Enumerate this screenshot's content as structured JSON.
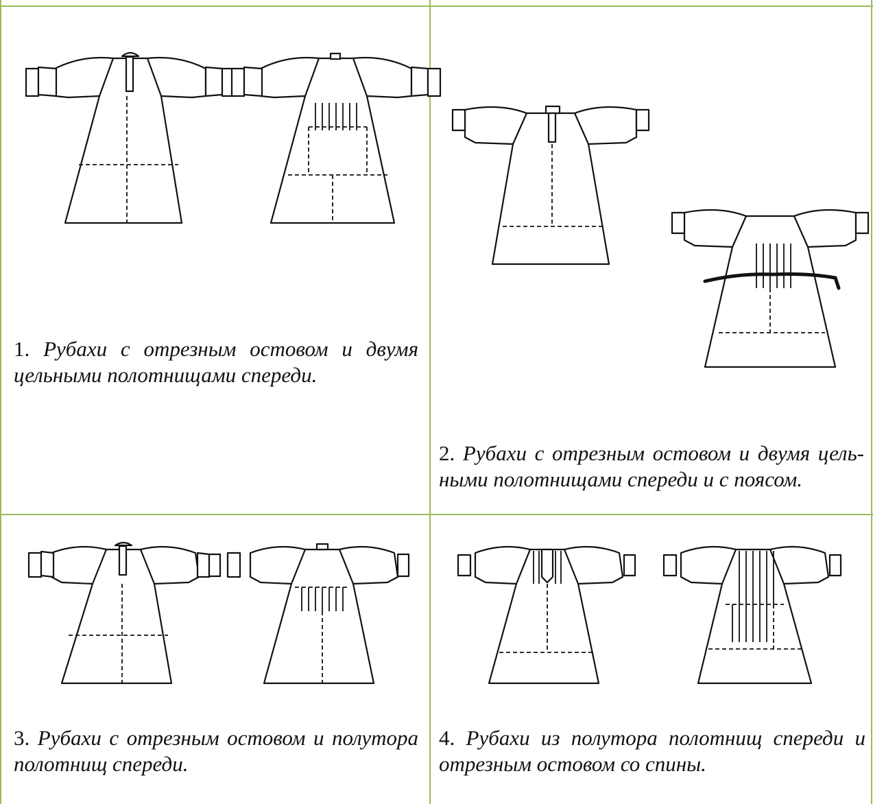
{
  "cells": [
    {
      "number": "1.",
      "text": "Рубахи с отрезным остовом и двумя цельными полотнищами спереди."
    },
    {
      "number": "2.",
      "text": "Рубахи с отрезным остовом и двумя цель-ными полотнищами спереди и с поясом."
    },
    {
      "number": "3.",
      "text": "Рубахи с отрезным остовом и полутора полотнищ спереди."
    },
    {
      "number": "4.",
      "text": "Рубахи из полутора полотнищ спереди и отрезным остовом со спины."
    }
  ],
  "colors": {
    "grid": "#9bbb59",
    "line": "#111111"
  }
}
